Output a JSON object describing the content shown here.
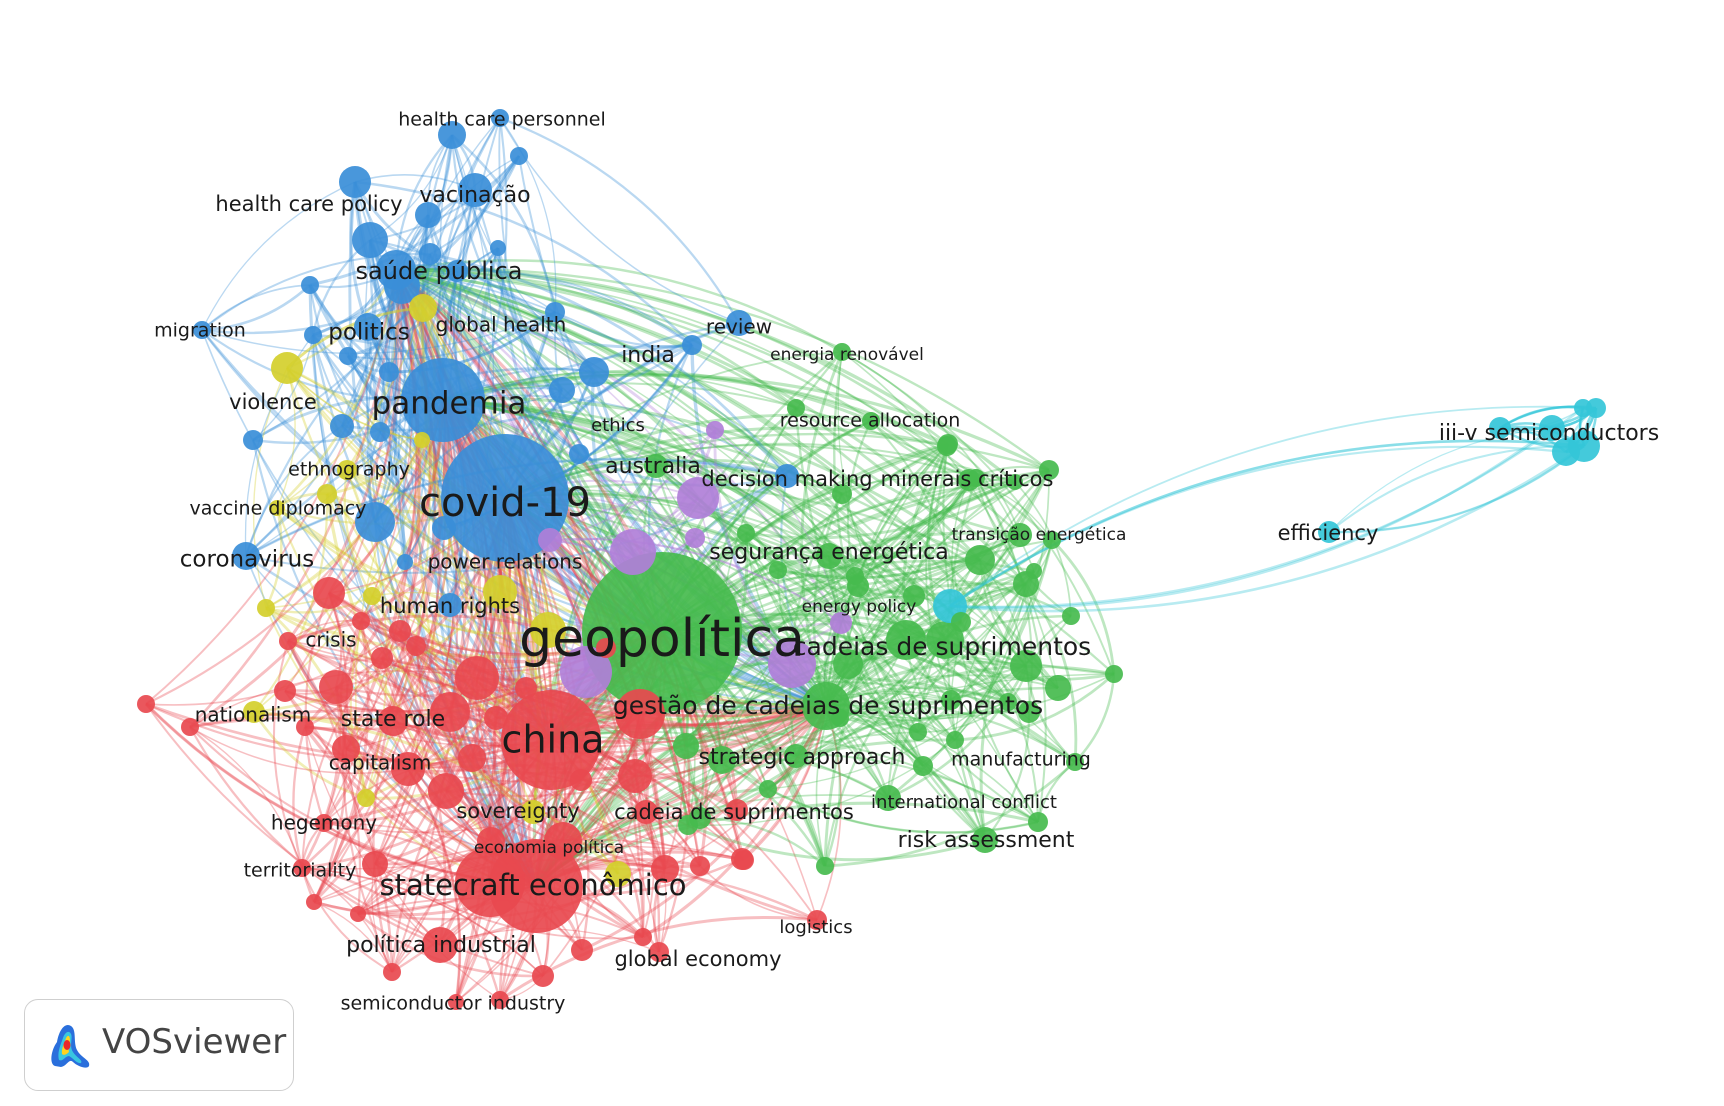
{
  "app": {
    "name": "VOSviewer"
  },
  "network": {
    "clusters": {
      "red": "#e8494f",
      "green": "#46bb4e",
      "blue": "#3a8ed8",
      "yellow": "#d4cf2c",
      "purple": "#b07fd8",
      "cyan": "#34c6d8"
    },
    "labels": [
      "geopolítica",
      "covid-19",
      "china",
      "pandemia",
      "statecraft econômico",
      "gestão de cadeias de suprimentos",
      "cadeias de suprimentos",
      "saúde pública",
      "vacinação",
      "health care policy",
      "health care personnel",
      "politics",
      "global health",
      "migration",
      "india",
      "review",
      "violence",
      "ethics",
      "australia",
      "ethnography",
      "vaccine diplomacy",
      "decision making",
      "minerais críticos",
      "coronavirus",
      "power relations",
      "human rights",
      "crisis",
      "segurança energética",
      "transição energética",
      "energy policy",
      "nationalism",
      "state role",
      "capitalism",
      "strategic approach",
      "manufacturing",
      "hegemony",
      "sovereignty",
      "cadeia de suprimentos",
      "international conflict",
      "territoriality",
      "economia política",
      "risk assessment",
      "logistics",
      "política industrial",
      "global economy",
      "semiconductor industry",
      "energia renovável",
      "resource allocation",
      "iii-v semiconductors",
      "efficiency"
    ]
  }
}
